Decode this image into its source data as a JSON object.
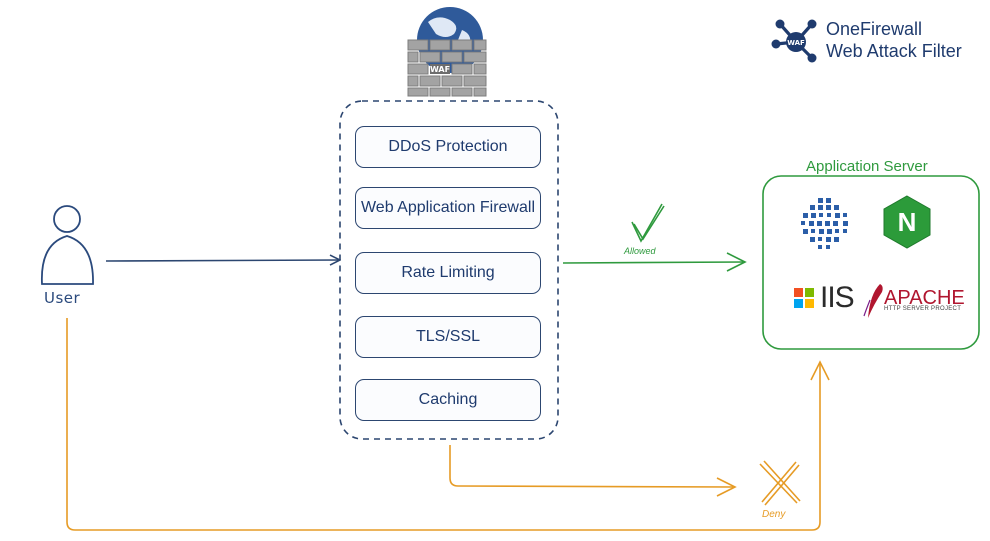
{
  "brand": {
    "line1": "OneFirewall",
    "line2": "Web Attack Filter",
    "icon": "network-hub-icon",
    "icon_badge": "WAF",
    "color": "#1f3b6e"
  },
  "firewall_badge": "WAF",
  "features": [
    "DDoS Protection",
    "Web Application Firewall",
    "Rate Limiting",
    "TLS/SSL",
    "Caching"
  ],
  "user": {
    "label": "User",
    "icon": "user-icon"
  },
  "server": {
    "title": "Application Server",
    "logos": {
      "dotted": "dotted-sphere-icon",
      "nginx": "N",
      "iis": "IIS",
      "apache": "APACHE",
      "apache_sub": "HTTP SERVER PROJECT"
    }
  },
  "flows": {
    "allowed": "Allowed",
    "deny": "Deny"
  },
  "colors": {
    "navy": "#2c4670",
    "green": "#2f9a3e",
    "orange": "#e69b25"
  }
}
